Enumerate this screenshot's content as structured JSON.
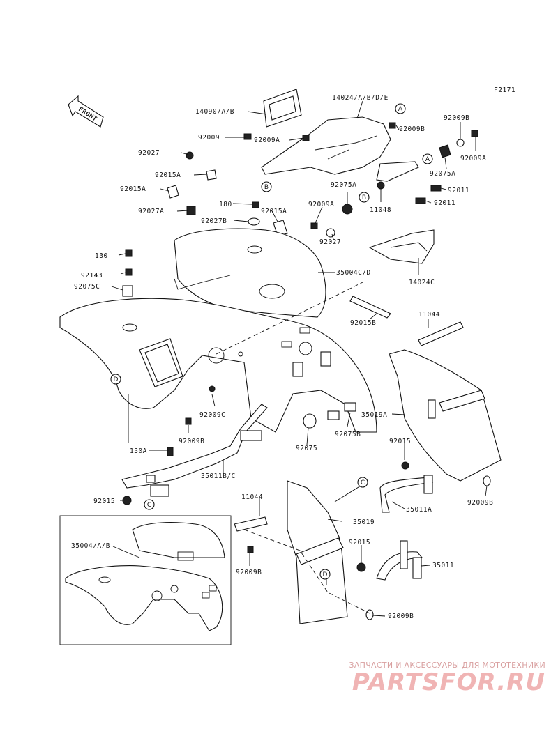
{
  "figure_code": "F2171",
  "front_label": "FRONT",
  "inset_label": "35004/A/B",
  "part_labels": [
    "14024/A/B/D/E",
    "14090/A/B",
    "92009",
    "92009A",
    "92009B",
    "92027",
    "92009A",
    "92009B",
    "92015A",
    "92015A",
    "92075A",
    "92027A",
    "180",
    "92015A",
    "92009A",
    "92027B",
    "92075A",
    "11048",
    "92011",
    "92011",
    "92027",
    "14024C",
    "130",
    "92143",
    "92075C",
    "35004C/D",
    "92015B",
    "11044",
    "35019A",
    "92009C",
    "92009B",
    "92075B",
    "92075",
    "130A",
    "35011B/C",
    "92015",
    "92015",
    "35011A",
    "92009B",
    "11044",
    "35019",
    "92009B",
    "92015",
    "35011",
    "92009B"
  ],
  "ref_markers": [
    "A",
    "A",
    "B",
    "B",
    "C",
    "C",
    "D",
    "D"
  ],
  "watermark": {
    "top": "ЗАПЧАСТИ И АКСЕССУАРЫ ДЛЯ МОТОТЕХНИКИ",
    "main": "PARTSFOR.RU"
  }
}
